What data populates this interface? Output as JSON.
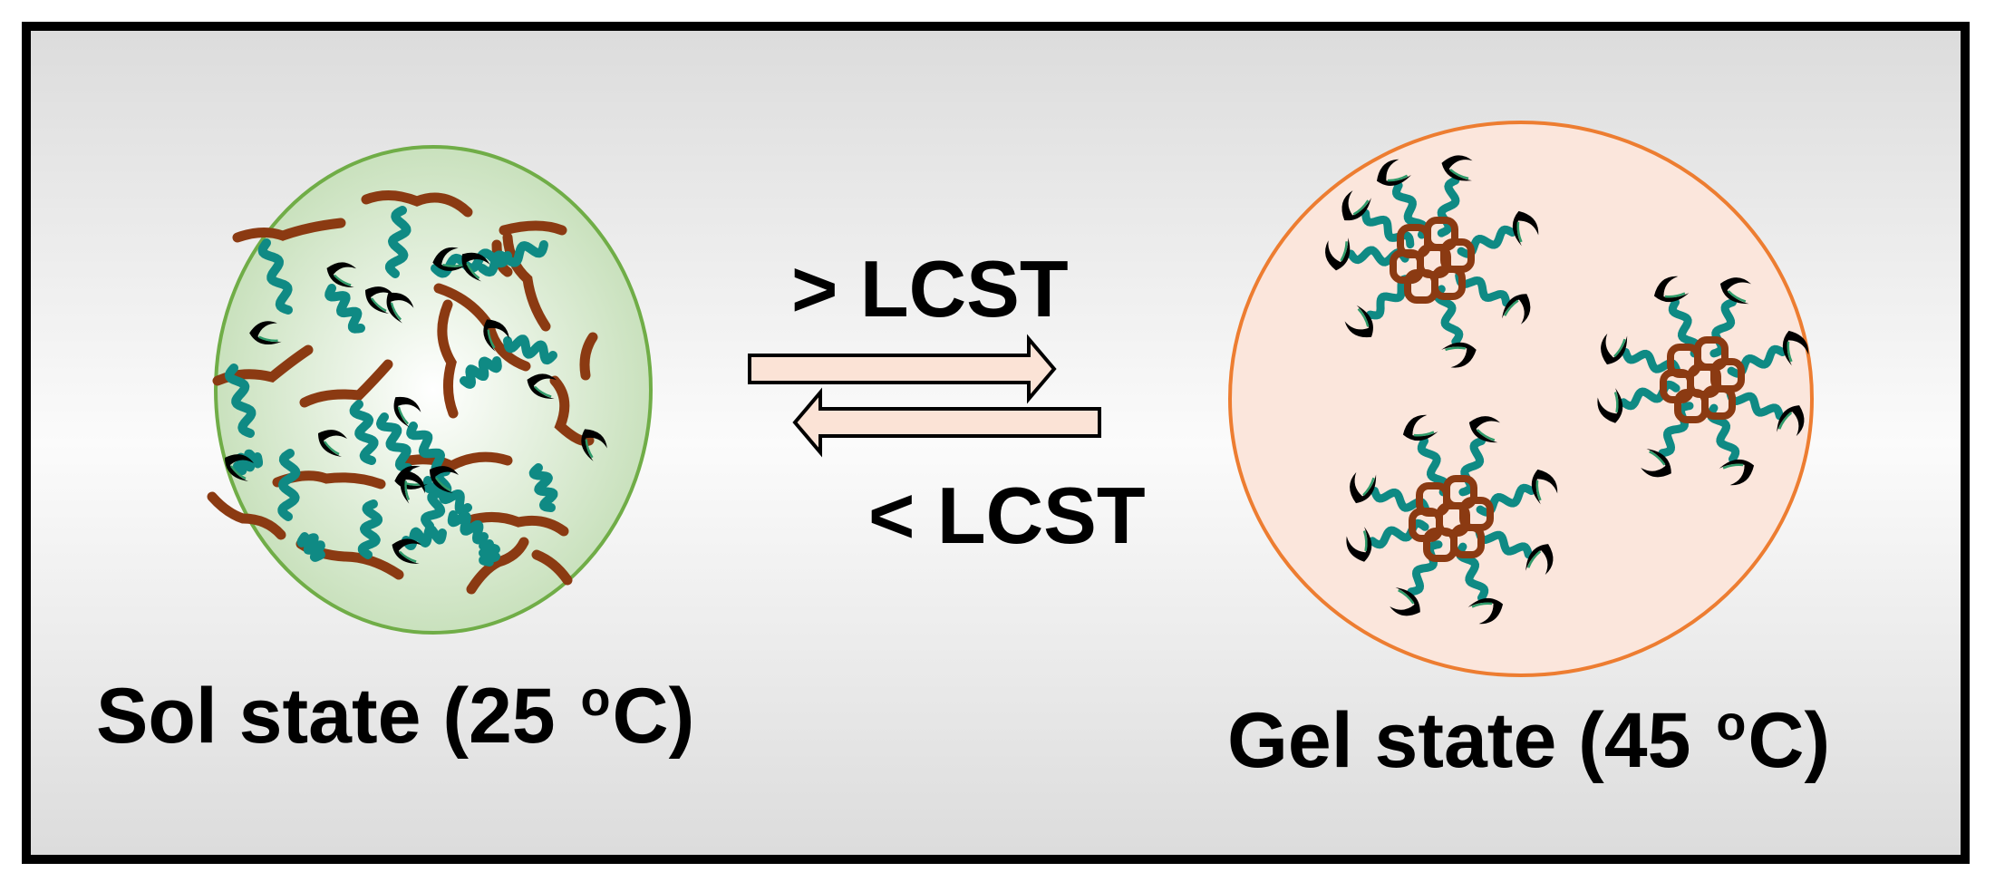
{
  "sol": {
    "name": "Sol state (25 ",
    "sup": "o",
    "unit": "C)"
  },
  "gel": {
    "name": "Gel state (45 ",
    "sup": "o",
    "unit": "C)"
  },
  "forward_label": "> LCST",
  "reverse_label": "< LCST",
  "colors": {
    "hydrophobic_block": "#8b3a12",
    "hydrophilic_block": "#0f8a84",
    "end_group": "#000000",
    "sol_border": "#70ad47",
    "gel_border": "#ed7d31",
    "arrow_fill": "#fbe3d6"
  }
}
